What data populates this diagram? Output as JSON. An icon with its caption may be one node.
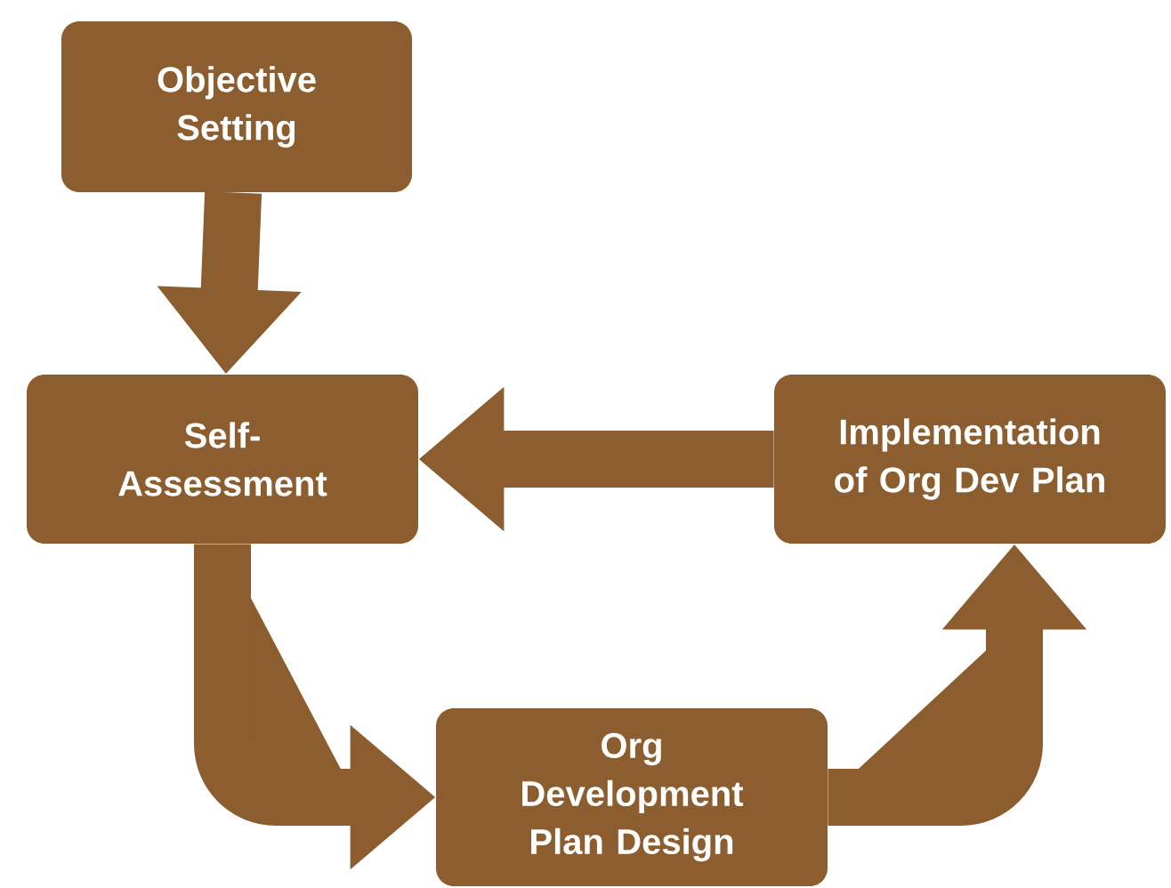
{
  "diagram": {
    "nodes": [
      {
        "text": [
          "Objective Setting"
        ]
      },
      {
        "text": [
          "Self- Assessment"
        ]
      },
      {
        "text": [
          "Implementation of Org Dev Plan"
        ]
      },
      {
        "text": [
          "Org Development Plan Design"
        ]
      }
    ],
    "edges": [
      {
        "from": 0,
        "to": 1,
        "arrow": "to"
      },
      {
        "from": 2,
        "to": 1,
        "arrow": "to"
      },
      {
        "from": 1,
        "to": 3,
        "arrow": "to"
      },
      {
        "from": 3,
        "to": 2,
        "arrow": "to"
      }
    ]
  }
}
